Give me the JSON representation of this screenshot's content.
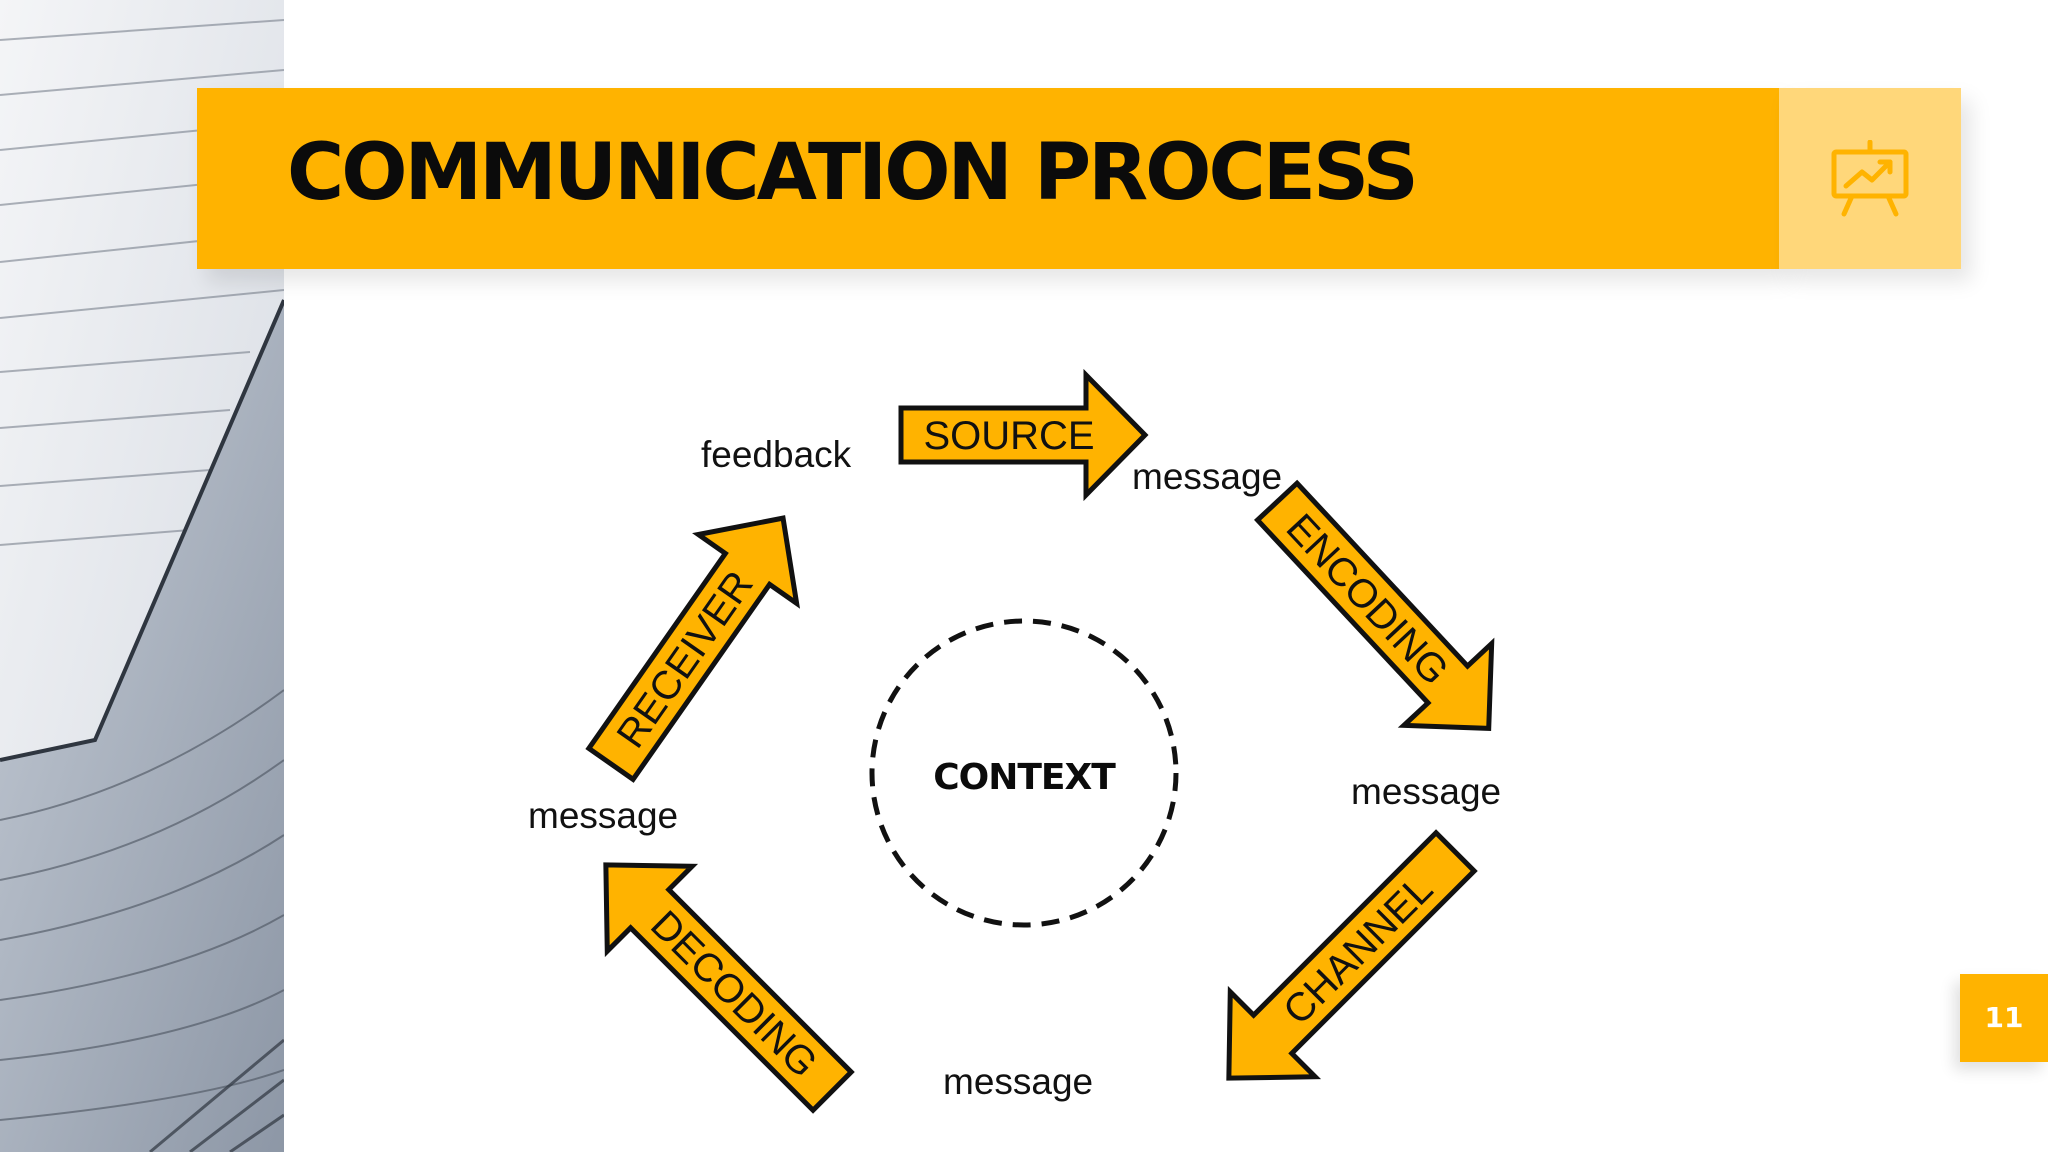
{
  "slide": {
    "title": "COMMUNICATION PROCESS",
    "page_number": "11",
    "icon": "presentation-chart-icon",
    "colors": {
      "accent": "#ffb300",
      "accent_light": "#ffd77a",
      "text": "#0b0b0b",
      "outline": "#111111"
    }
  },
  "diagram": {
    "center_label": "CONTEXT",
    "steps": [
      {
        "label": "SOURCE"
      },
      {
        "label": "ENCODING"
      },
      {
        "label": "CHANNEL"
      },
      {
        "label": "DECODING"
      },
      {
        "label": "RECEIVER"
      }
    ],
    "connectors": [
      {
        "label": "message"
      },
      {
        "label": "message"
      },
      {
        "label": "message"
      },
      {
        "label": "message"
      },
      {
        "label": "feedback"
      }
    ]
  }
}
